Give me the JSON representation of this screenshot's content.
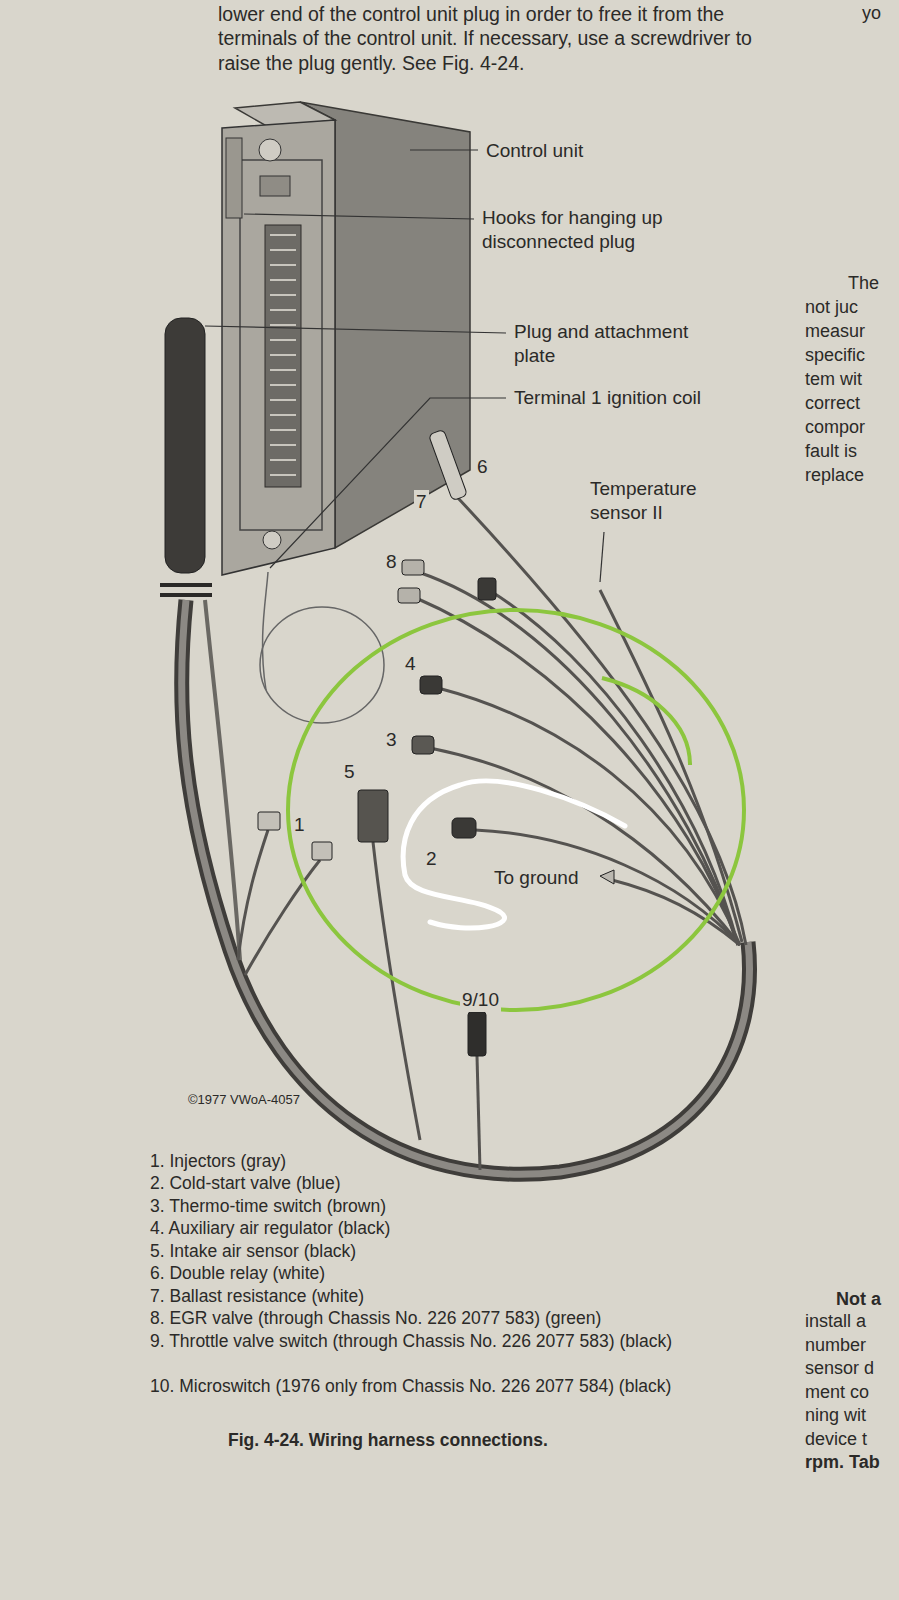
{
  "diagram": {
    "caption": "Fig. 4-24. Wiring harness connections.",
    "labels": [
      "lower end of the control unit plug in order to free it from the terminals of the control unit. If necessary, use a screwdriver to raise the plug gently. See Fig. 4-24.",
      "yo",
      "Control unit",
      "Hooks for hanging up disconnected plug",
      "The",
      "not juc",
      "Plug and attachment plate",
      "measur",
      "specific",
      "Terminal 1 ignition coil",
      "tem wit",
      "correct",
      "compor",
      "fault is",
      "6",
      "Temperature sensor II",
      "replace",
      "7",
      "8",
      "4",
      "3",
      "5",
      "1",
      "2",
      "To ground",
      "9/10",
      "©1977 VWoA-4057",
      "1. Injectors (gray)",
      "2. Cold-start valve (blue)",
      "3. Thermo-time switch (brown)",
      "4. Auxiliary air regulator (black)",
      "5. Intake air sensor (black)",
      "6. Double relay (white)",
      "7. Ballast resistance (white)",
      "8. EGR valve (through Chassis No. 226 2077 583) (green)",
      "9. Throttle valve switch (through Chassis No. 226 2077 583) (black)",
      "10. Microswitch (1976 only from Chassis No. 226 2077 584) (black)",
      "Not a",
      "install a",
      "number",
      "sensor d",
      "ment co",
      "ning wit",
      "device t",
      "rpm. Tab"
    ]
  }
}
